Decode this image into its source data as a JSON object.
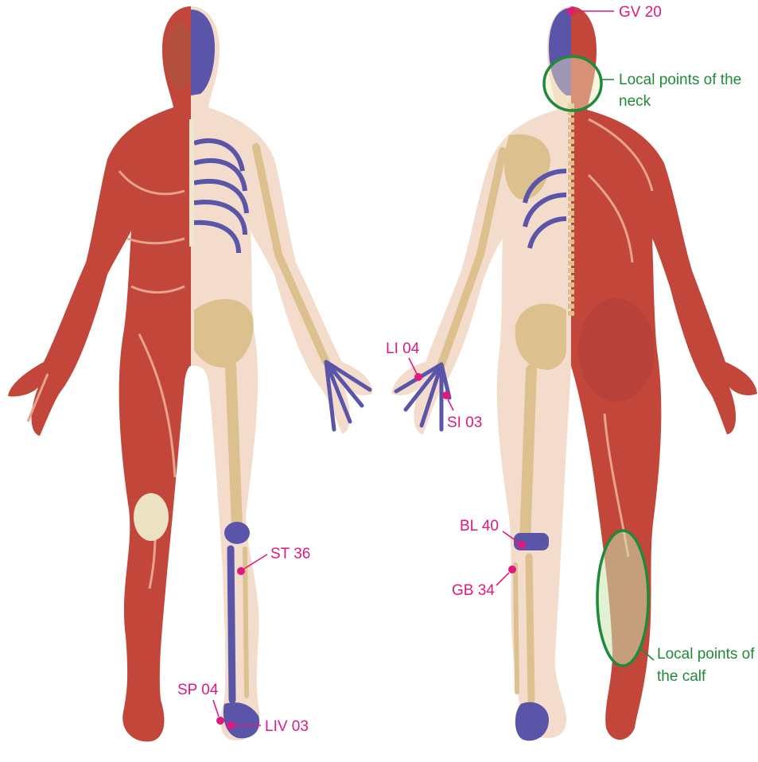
{
  "colors": {
    "point": "#e0197d",
    "region": "#1f8a3a",
    "muscle": "#c2473a",
    "muscle_light": "#d86a55",
    "skin": "#f4dccd",
    "bone": "#dcc08e",
    "cartilage": "#5a55a8"
  },
  "points": [
    {
      "id": "gv20",
      "label": "GV 20"
    },
    {
      "id": "li04",
      "label": "LI 04"
    },
    {
      "id": "si03",
      "label": "SI 03"
    },
    {
      "id": "bl40",
      "label": "BL 40"
    },
    {
      "id": "gb34",
      "label": "GB 34"
    },
    {
      "id": "st36",
      "label": "ST 36"
    },
    {
      "id": "sp04",
      "label": "SP 04"
    },
    {
      "id": "liv03",
      "label": "LIV 03"
    }
  ],
  "regions": [
    {
      "id": "neck",
      "lines": [
        "Local points of the",
        "neck"
      ]
    },
    {
      "id": "calf",
      "lines": [
        "Local points of",
        "the calf"
      ]
    }
  ],
  "figures": [
    {
      "id": "anterior",
      "icon": "anatomy-front-muscle-skeleton"
    },
    {
      "id": "posterior",
      "icon": "anatomy-back-muscle-skeleton"
    }
  ]
}
